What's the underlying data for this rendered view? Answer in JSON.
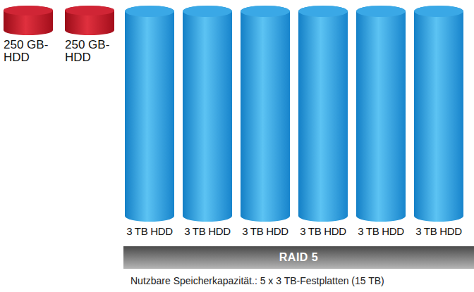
{
  "diagram": {
    "caption": "Nutzbare Speicherkapazität.: 5 x 3 TB-Festplatten (15 TB)",
    "nodes": [
      {
        "text": [
          "250 GB- HDD"
        ]
      },
      {
        "text": [
          "250 GB- HDD"
        ]
      },
      {
        "text": [
          "3 TB HDD"
        ]
      },
      {
        "text": [
          "3 TB HDD"
        ]
      },
      {
        "text": [
          "3 TB HDD"
        ]
      },
      {
        "text": [
          "3 TB HDD"
        ]
      },
      {
        "text": [
          "3 TB HDD"
        ]
      },
      {
        "text": [
          "3 TB HDD"
        ]
      },
      {
        "text": [
          "RAID 5"
        ]
      }
    ]
  }
}
